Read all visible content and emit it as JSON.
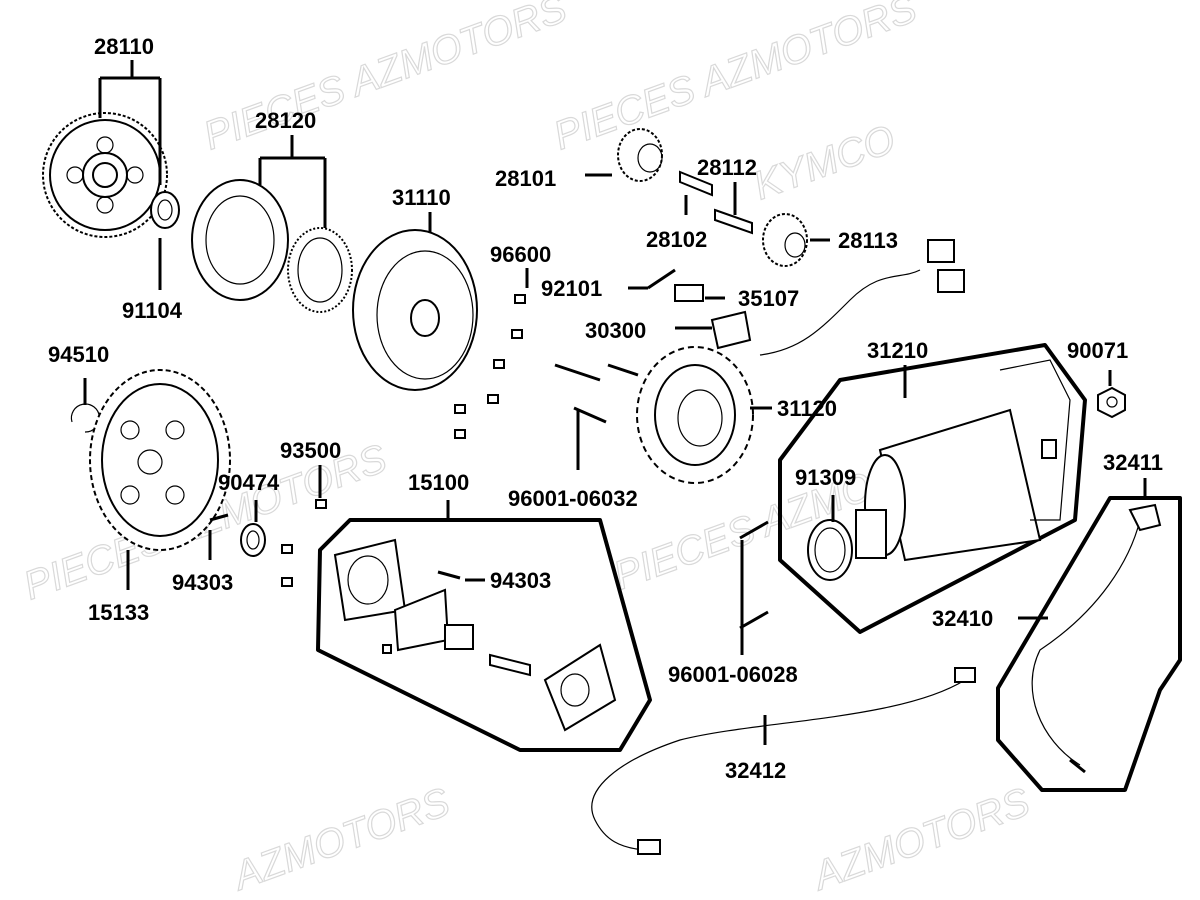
{
  "watermarks": [
    "AZMOTORS",
    "PIECES AZMOTORS",
    "KYMCO"
  ],
  "labels": {
    "p28110": "28110",
    "p91104": "91104",
    "p28120": "28120",
    "p31110": "31110",
    "p28101": "28101",
    "p28112": "28112",
    "p28102": "28102",
    "p28113": "28113",
    "p96600": "96600",
    "p92101": "92101",
    "p35107": "35107",
    "p30300": "30300",
    "p94510": "94510",
    "p31210": "31210",
    "p90071": "90071",
    "p31120": "31120",
    "p93500": "93500",
    "p90474": "90474",
    "p15100": "15100",
    "p91309": "91309",
    "p32411": "32411",
    "p96001_06032": "96001-06032",
    "p94303a": "94303",
    "p94303b": "94303",
    "p15133": "15133",
    "p32410": "32410",
    "p96001_06028": "96001-06028",
    "p32412": "32412"
  }
}
